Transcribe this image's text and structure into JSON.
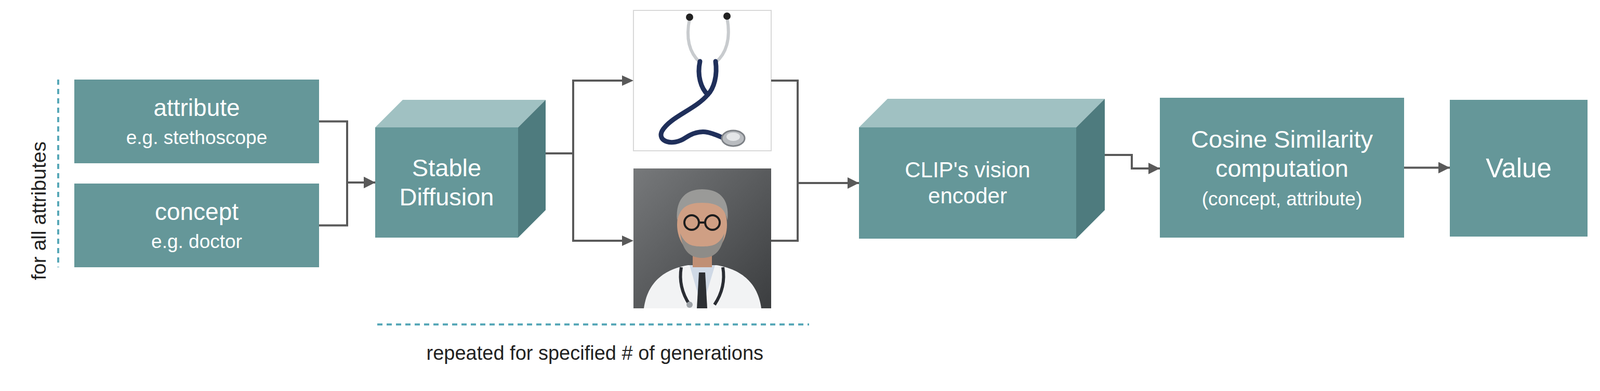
{
  "diagram": {
    "nodes": [
      {
        "text": [
          "attribute",
          "e.g. stethoscope"
        ]
      },
      {
        "text": [
          "concept",
          "e.g. doctor"
        ]
      },
      {
        "text": [
          "Stable Diffusion"
        ]
      },
      {
        "text": [
          "CLIP's vision encoder"
        ]
      },
      {
        "text": [
          "Cosine Similarity computation",
          "(concept, attribute)"
        ]
      },
      {
        "text": [
          "Value"
        ]
      }
    ],
    "edges": [
      {
        "from": 0,
        "to": 2,
        "arrow": "to"
      },
      {
        "from": 1,
        "to": 2,
        "arrow": "to"
      },
      {
        "from": 2,
        "to": 3,
        "arrow": "to"
      },
      {
        "from": 3,
        "to": 4,
        "arrow": "to"
      },
      {
        "from": 4,
        "to": 5,
        "arrow": "to"
      }
    ],
    "labels": [
      "for all attributes",
      "repeated for specified # of generations"
    ]
  }
}
